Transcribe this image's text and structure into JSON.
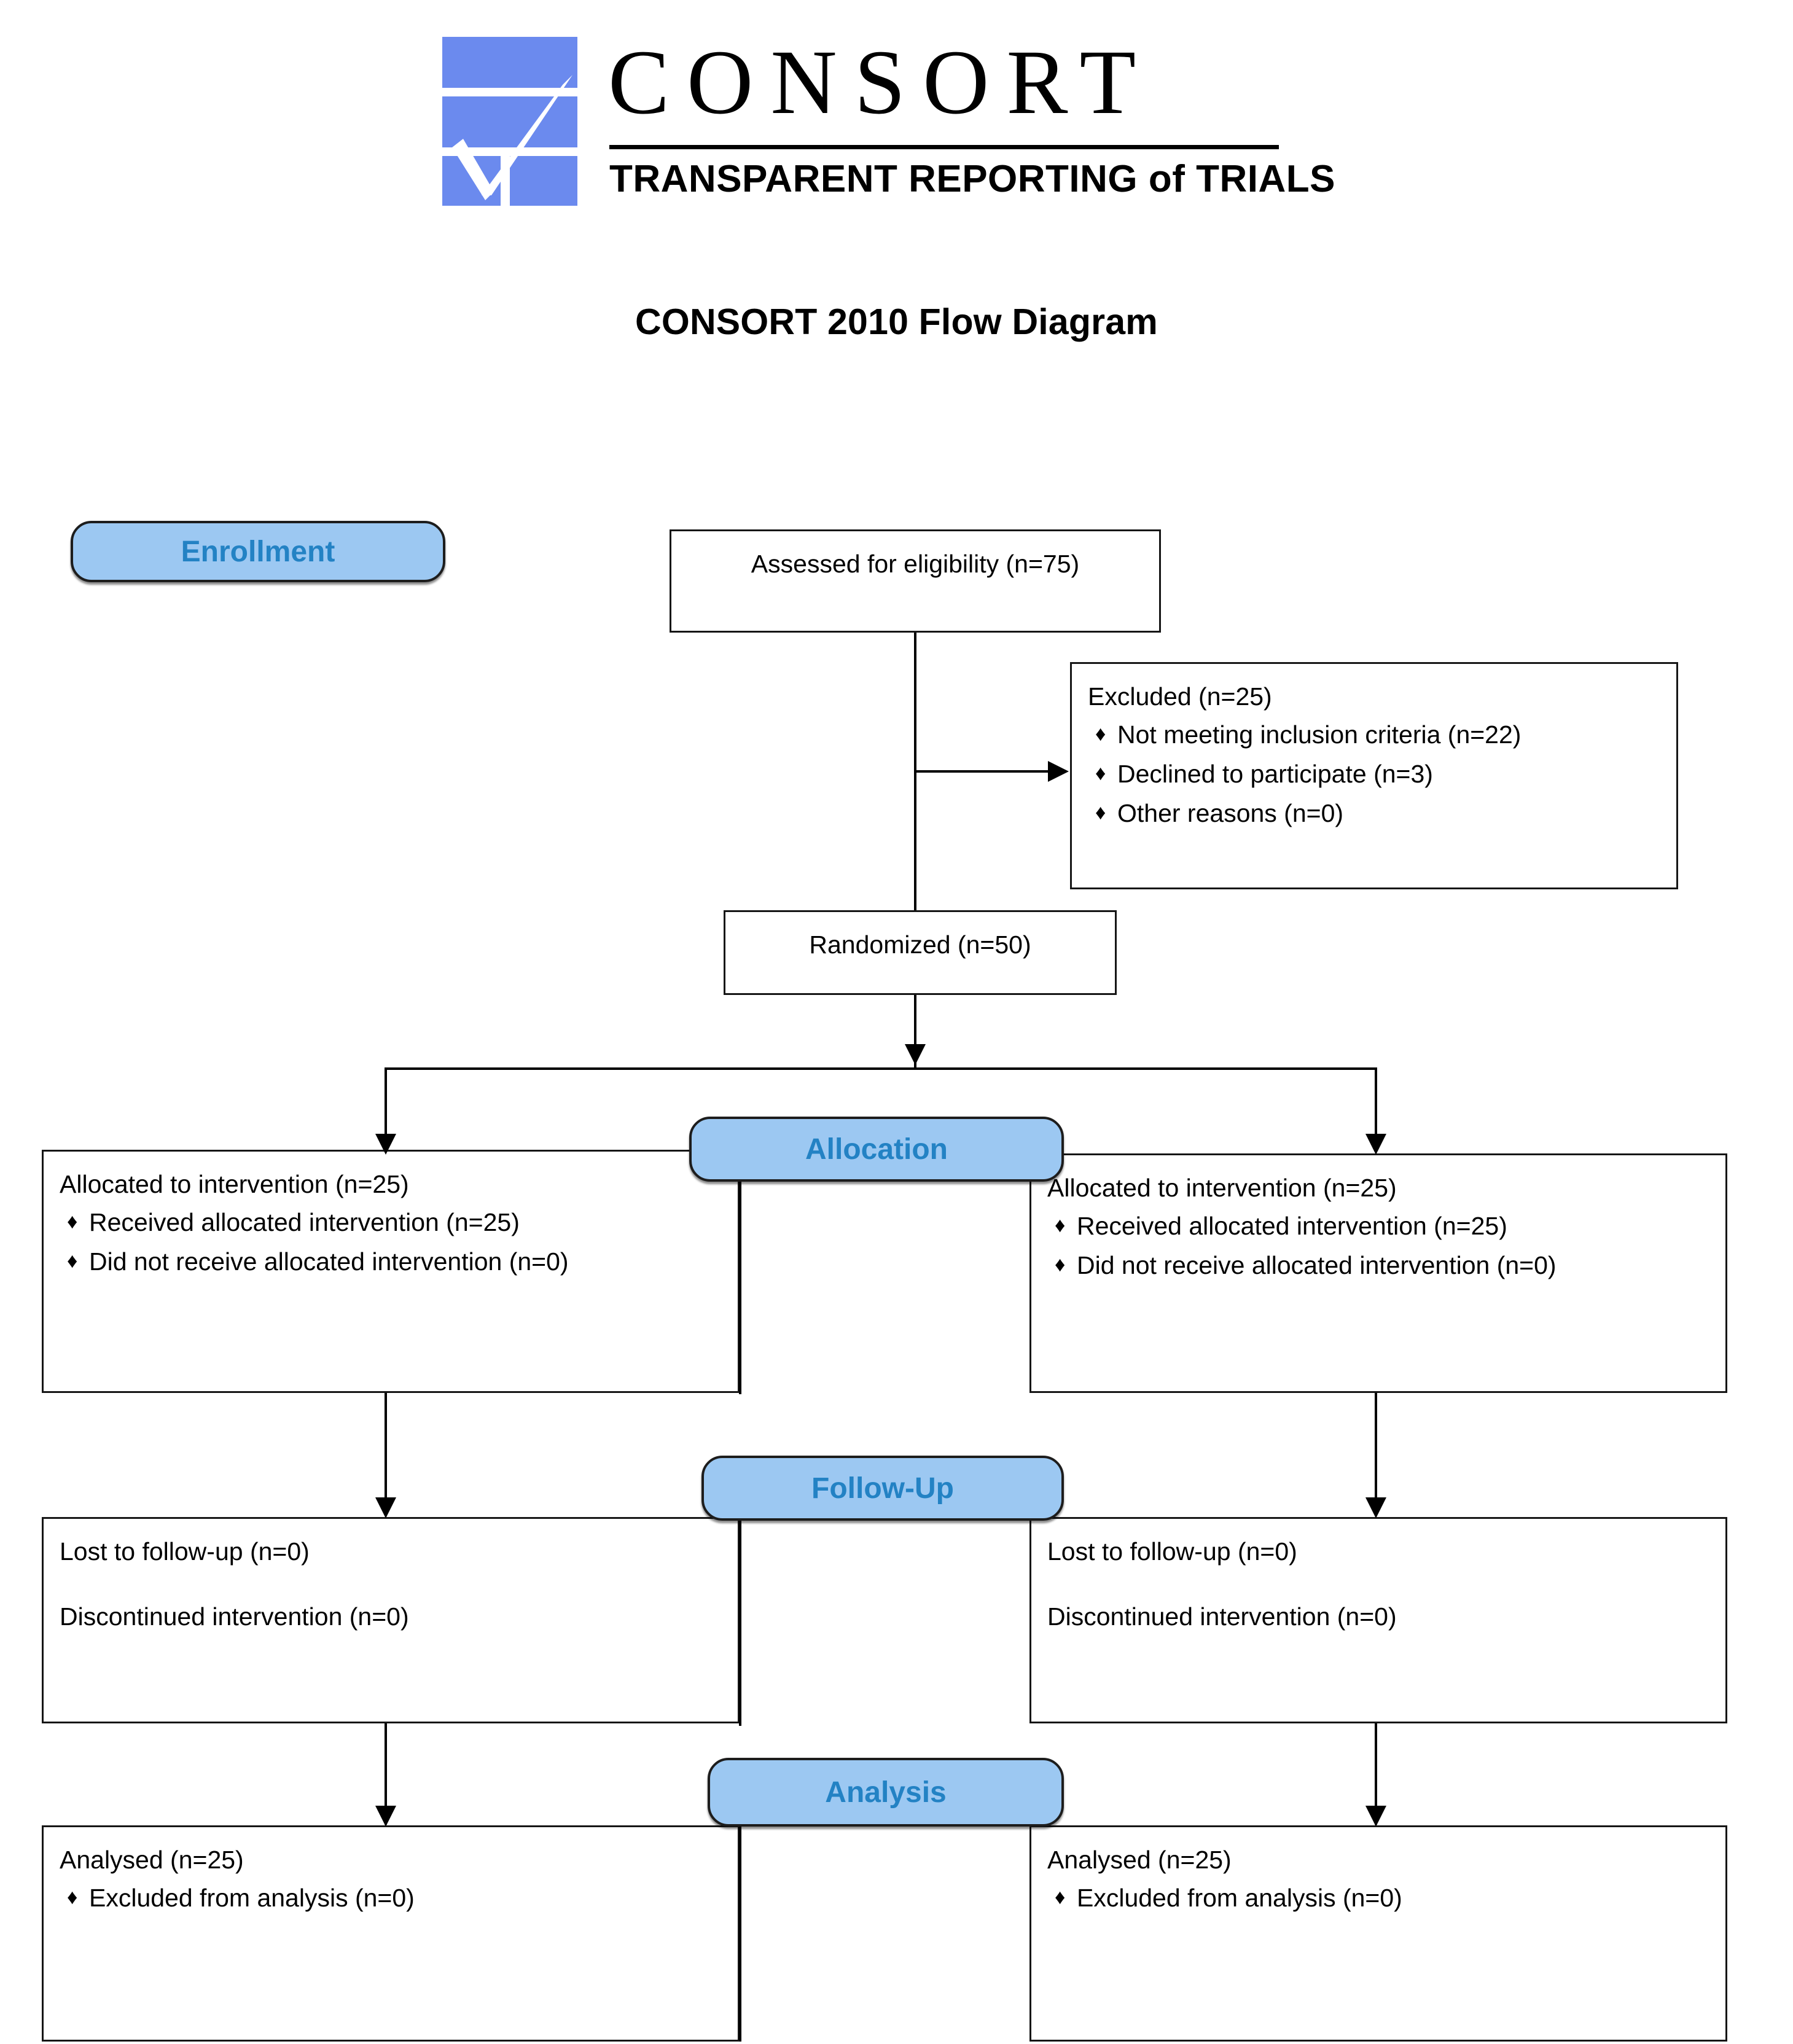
{
  "header": {
    "logo_wordmark": "CONSORT",
    "logo_tagline": "TRANSPARENT REPORTING of TRIALS",
    "logo_color": "#6b8aee",
    "diagram_title": "CONSORT 2010 Flow Diagram"
  },
  "theme": {
    "badge_fill": "#9cc8f2",
    "badge_text": "#2382c4",
    "box_border": "#161616",
    "line_color": "#000000"
  },
  "stages": {
    "enrollment": "Enrollment",
    "allocation": "Allocation",
    "followup": "Follow-Up",
    "analysis": "Analysis"
  },
  "boxes": {
    "assessed": {
      "title": "Assessed for eligibility (n=75)"
    },
    "excluded": {
      "title": "Excluded (n=25)",
      "bullets": [
        "Not meeting inclusion criteria (n=22)",
        "Declined to participate (n=3)",
        "Other reasons (n=0)"
      ]
    },
    "randomized": {
      "title": "Randomized (n=50)"
    },
    "allocation_left": {
      "title": "Allocated to intervention (n=25)",
      "bullets": [
        "Received allocated intervention (n=25)",
        "Did not receive allocated intervention (n=0)"
      ]
    },
    "allocation_right": {
      "title": "Allocated to intervention (n=25)",
      "bullets": [
        "Received allocated intervention (n=25)",
        "Did not receive allocated intervention (n=0)"
      ]
    },
    "followup_left": {
      "line1": "Lost to follow-up (n=0)",
      "line2": "Discontinued intervention (n=0)"
    },
    "followup_right": {
      "line1": "Lost to follow-up (n=0)",
      "line2": "Discontinued intervention (n=0)"
    },
    "analysis_left": {
      "title": "Analysed (n=25)",
      "bullets": [
        "Excluded from analysis (n=0)"
      ]
    },
    "analysis_right": {
      "title": "Analysed (n=25)",
      "bullets": [
        "Excluded from analysis (n=0)"
      ]
    }
  }
}
